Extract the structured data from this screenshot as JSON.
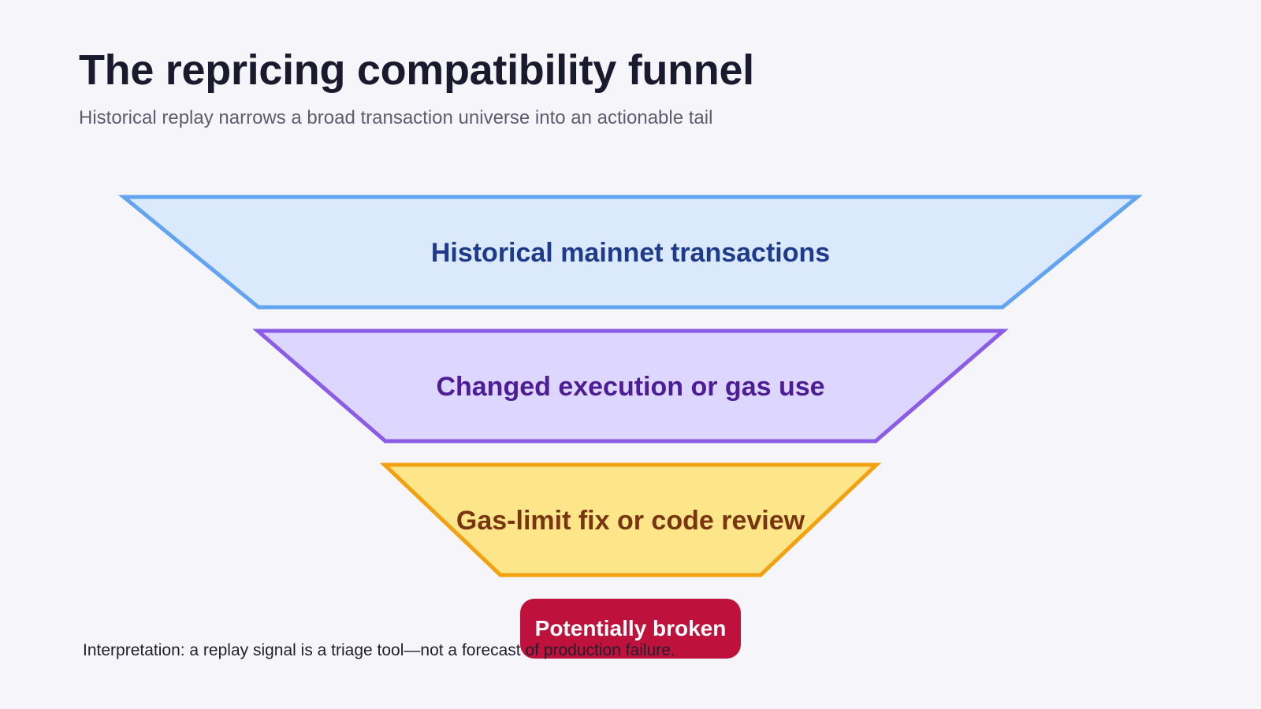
{
  "title": "The repricing compatibility funnel",
  "subtitle": "Historical replay narrows a broad transaction universe into an actionable tail",
  "funnel": [
    {
      "label": "Historical mainnet transactions",
      "fill": "#dbe9fd",
      "stroke": "#62a4f0",
      "text_color": "#1e3a8a"
    },
    {
      "label": "Changed execution or gas use",
      "fill": "#ddd6fe",
      "stroke": "#8b5ce6",
      "text_color": "#4c1d95"
    },
    {
      "label": "Gas-limit fix or code review",
      "fill": "#fde68a",
      "stroke": "#f2a111",
      "text_color": "#78350f"
    }
  ],
  "final": {
    "label": "Potentially broken",
    "fill": "#be123c"
  },
  "note": "Interpretation: a replay signal is a triage tool—not a forecast of production failure."
}
